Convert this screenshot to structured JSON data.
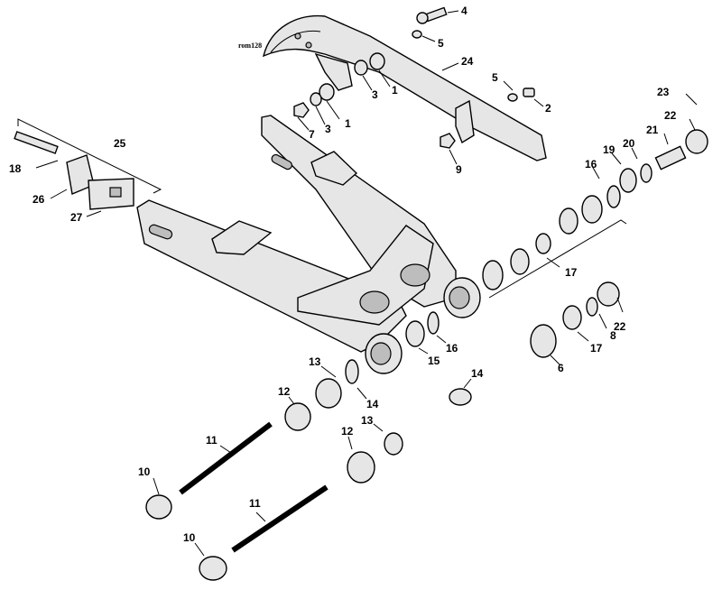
{
  "diagram": {
    "reference": "rom128",
    "callouts": [
      {
        "id": "c4a",
        "label": "4"
      },
      {
        "id": "c5a",
        "label": "5"
      },
      {
        "id": "c24",
        "label": "24"
      },
      {
        "id": "c5b",
        "label": "5"
      },
      {
        "id": "c2",
        "label": "2"
      },
      {
        "id": "c1a",
        "label": "1"
      },
      {
        "id": "c3a",
        "label": "3"
      },
      {
        "id": "c1b",
        "label": "1"
      },
      {
        "id": "c3b",
        "label": "3"
      },
      {
        "id": "c7",
        "label": "7"
      },
      {
        "id": "c9",
        "label": "9"
      },
      {
        "id": "c23",
        "label": "23"
      },
      {
        "id": "c22a",
        "label": "22"
      },
      {
        "id": "c21",
        "label": "21"
      },
      {
        "id": "c20",
        "label": "20"
      },
      {
        "id": "c19",
        "label": "19"
      },
      {
        "id": "c16a",
        "label": "16"
      },
      {
        "id": "c25",
        "label": "25"
      },
      {
        "id": "c18",
        "label": "18"
      },
      {
        "id": "c26",
        "label": "26"
      },
      {
        "id": "c27",
        "label": "27"
      },
      {
        "id": "c17a",
        "label": "17"
      },
      {
        "id": "c13a",
        "label": "13"
      },
      {
        "id": "c14a",
        "label": "14"
      },
      {
        "id": "c15",
        "label": "15"
      },
      {
        "id": "c16b",
        "label": "16"
      },
      {
        "id": "c14b",
        "label": "14"
      },
      {
        "id": "c12a",
        "label": "12"
      },
      {
        "id": "c11a",
        "label": "11"
      },
      {
        "id": "c13b",
        "label": "13"
      },
      {
        "id": "c12b",
        "label": "12"
      },
      {
        "id": "c10a",
        "label": "10"
      },
      {
        "id": "c11b",
        "label": "11"
      },
      {
        "id": "c10b",
        "label": "10"
      },
      {
        "id": "c22b",
        "label": "22"
      },
      {
        "id": "c8",
        "label": "8"
      },
      {
        "id": "c17b",
        "label": "17"
      },
      {
        "id": "c6",
        "label": "6"
      }
    ]
  }
}
